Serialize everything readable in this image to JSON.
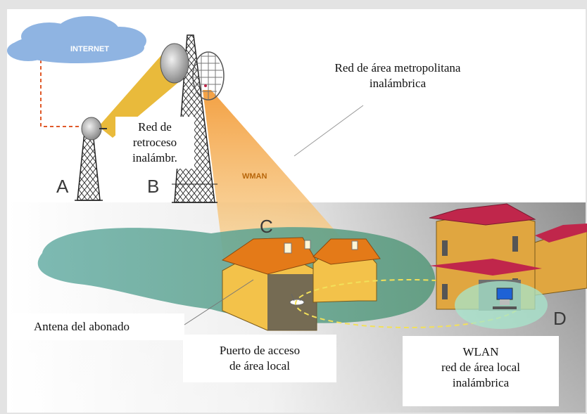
{
  "colors": {
    "cloud": "#8fb4e2",
    "cloud_text": "#ffffff",
    "beam_backhaul": "#e7b226",
    "wman_beam": "#f5ba5c",
    "ground": "#6aa59a",
    "roof": "#e47a18",
    "wall": "#f3c24a",
    "building_roof": "#c0264b",
    "building_wall": "#e0a640",
    "wlan_field": "#a7e6cc",
    "dashed_link": "#e05a2a",
    "wlan_ring": "#f2e05a"
  },
  "icons": [
    "cloud-icon",
    "tower-icon",
    "dish-antenna-icon",
    "grid-antenna-icon",
    "house-icon",
    "building-icon",
    "computer-icon",
    "access-point-icon"
  ],
  "diagram": {
    "cloud_label": "INTERNET",
    "wman_label": "WMAN",
    "metro_label_line1": "Red de área metropolitana",
    "metro_label_line2": "inalámbrica",
    "backhaul_line1": "Red de",
    "backhaul_line2": "retroceso",
    "backhaul_line3": "inalámbr.",
    "subscriber_antenna": "Antena del abonado",
    "access_port_line1": "Puerto de acceso",
    "access_port_line2": "de área local",
    "wlan_line1": "WLAN",
    "wlan_line2": "red de área local",
    "wlan_line3": "inalámbrica",
    "letters": {
      "a": "A",
      "b": "B",
      "c": "C",
      "d": "D"
    }
  }
}
